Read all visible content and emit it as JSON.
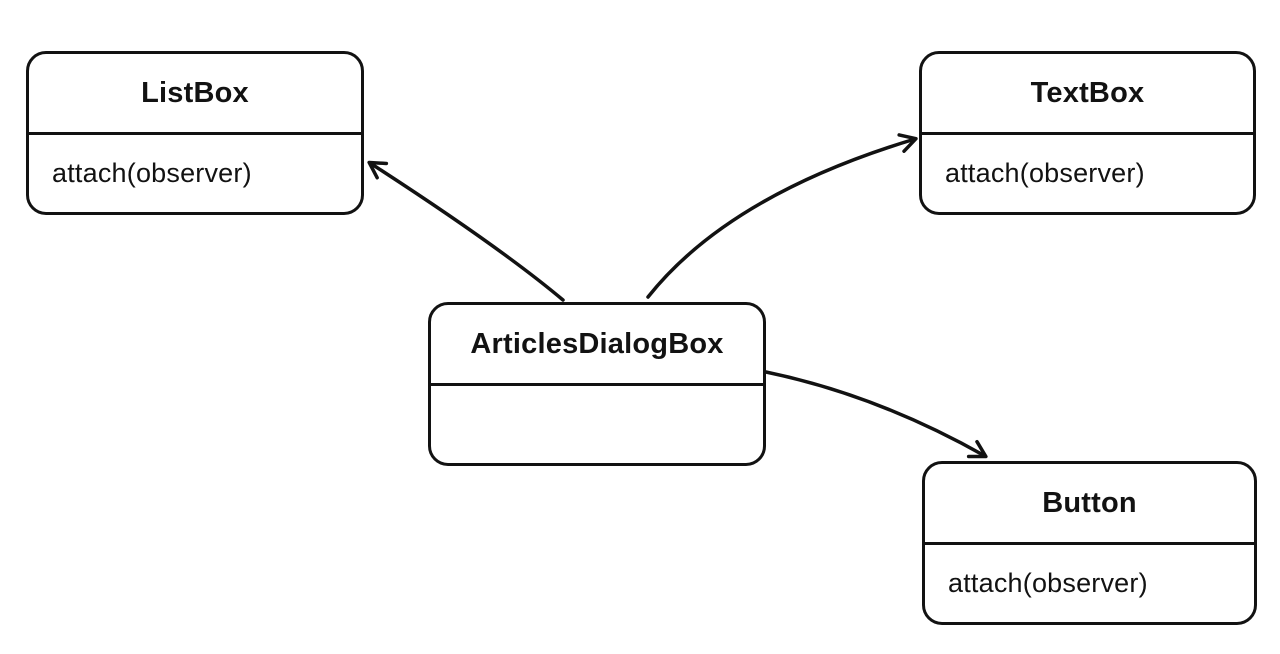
{
  "diagram": {
    "background_color": "#ffffff",
    "stroke_color": "#121212",
    "classes": [
      {
        "id": "listbox",
        "title": "ListBox",
        "method": "attach(observer)"
      },
      {
        "id": "textbox",
        "title": "TextBox",
        "method": "attach(observer)"
      },
      {
        "id": "articlesdialogbox",
        "title": "ArticlesDialogBox",
        "method": ""
      },
      {
        "id": "button",
        "title": "Button",
        "method": "attach(observer)"
      }
    ],
    "relations": [
      {
        "from": "ArticlesDialogBox",
        "to": "ListBox"
      },
      {
        "from": "ArticlesDialogBox",
        "to": "TextBox"
      },
      {
        "from": "ArticlesDialogBox",
        "to": "Button"
      }
    ]
  }
}
